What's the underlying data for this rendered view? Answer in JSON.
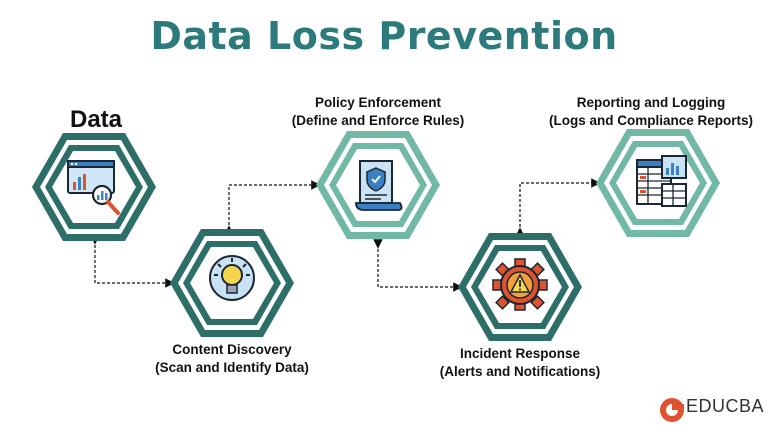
{
  "title": "Data Loss Prevention",
  "data_label": "Data",
  "steps": [
    {
      "title": "Content Discovery",
      "subtitle": "(Scan and Identify Data)",
      "icon": "lightbulb-icon"
    },
    {
      "title": "Policy Enforcement",
      "subtitle": "(Define and Enforce Rules)",
      "icon": "policy-document-icon"
    },
    {
      "title": "Incident Response",
      "subtitle": "(Alerts and Notifications)",
      "icon": "warning-gear-icon"
    },
    {
      "title": "Reporting and Logging",
      "subtitle": "(Logs and Compliance Reports)",
      "icon": "report-sheet-icon"
    }
  ],
  "brand": {
    "name": "EDUCBA"
  },
  "colors": {
    "title": "#2c7a7b",
    "dark_teal": "#2e6e68",
    "light_teal": "#72b8a6",
    "accent_red": "#e0532f"
  }
}
